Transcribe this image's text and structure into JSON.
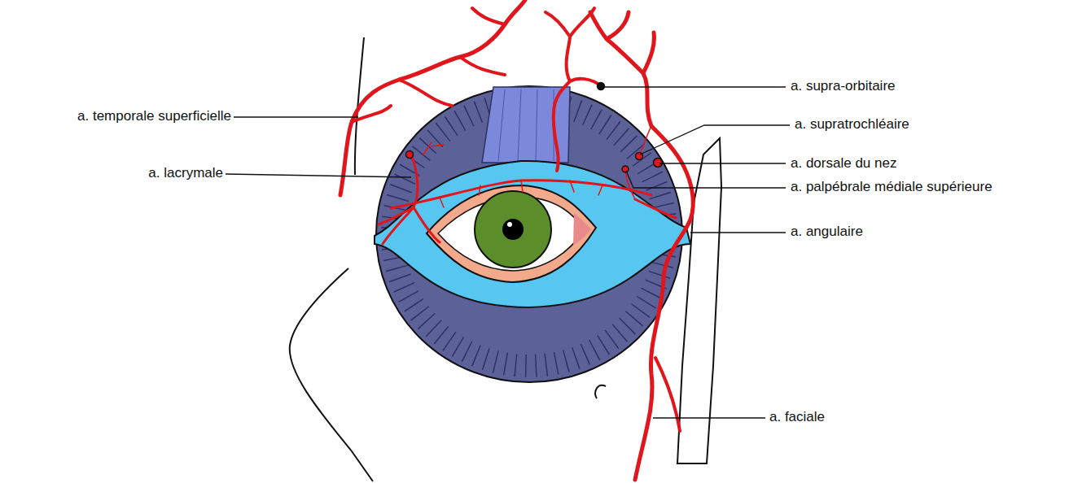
{
  "diagram": {
    "labels": [
      "a. supra-orbitaire",
      "a. temporale superficielle",
      "a. supratrochléaire",
      "a. lacrymale",
      "a. dorsale du nez",
      "a. palpébrale médiale supérieure",
      "a. angulaire",
      "a. faciale"
    ]
  }
}
